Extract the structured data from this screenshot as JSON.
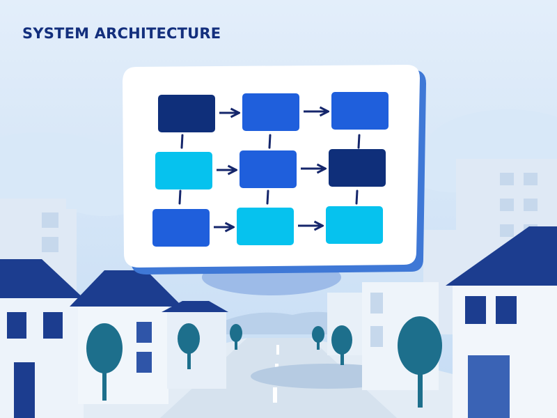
{
  "title": "SYSTEM ARCHITECTURE",
  "colors": {
    "sky_top": "#e3eefa",
    "sky_bottom": "#c5dcf4",
    "title_text": "#132f7d",
    "board_face": "#ffffff",
    "board_edge": "#3f78d6",
    "arrow": "#15266b",
    "box_navy": "#0f2f7a",
    "box_blue": "#1f5fdc",
    "box_cyan": "#06c2ee",
    "road": "#d6e2ee",
    "tree": "#1d6f8c",
    "roof": "#1c3d8f",
    "building": "#edf3fa"
  },
  "diagram": {
    "rows": [
      [
        "box_navy",
        "box_blue",
        "box_blue"
      ],
      [
        "box_cyan",
        "box_blue",
        "box_navy"
      ],
      [
        "box_blue",
        "box_cyan",
        "box_cyan"
      ]
    ]
  }
}
